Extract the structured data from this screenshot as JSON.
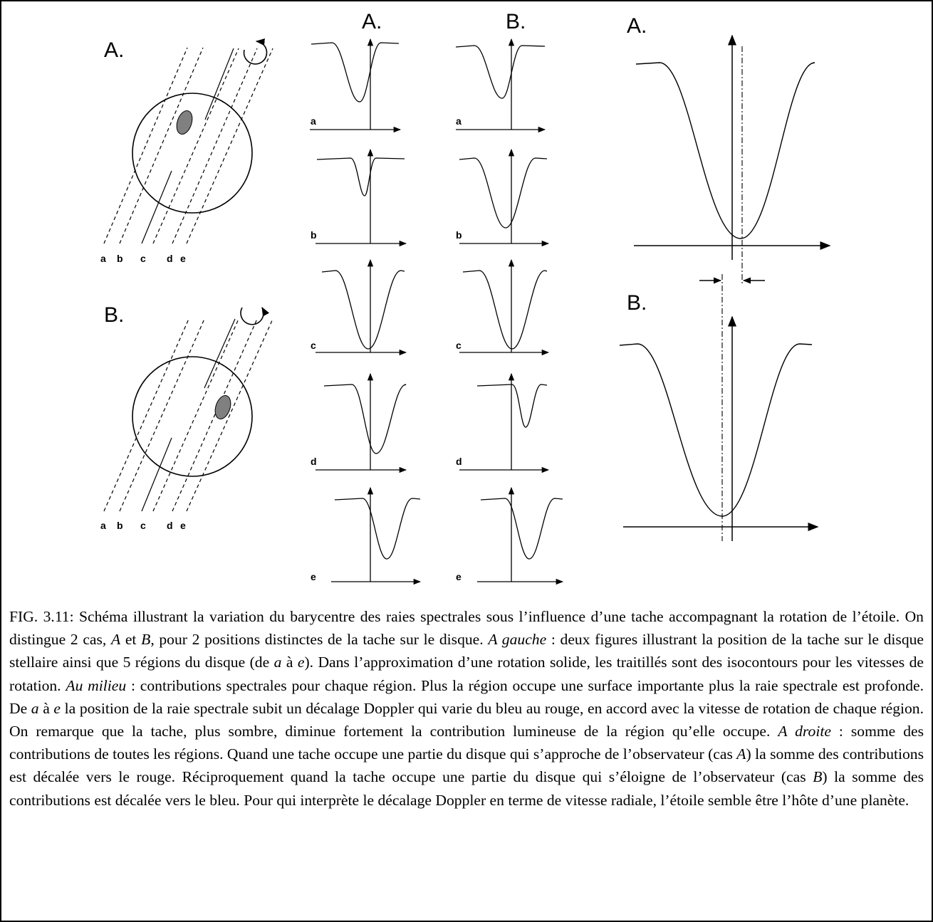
{
  "figure": {
    "left_panels": {
      "top": {
        "label": "A."
      },
      "bottom": {
        "label": "B."
      }
    },
    "strip_labels": [
      "a",
      "b",
      "c",
      "d",
      "e"
    ],
    "middle_columns": [
      {
        "label": "A.",
        "rows": [
          "a",
          "b",
          "c",
          "d",
          "e"
        ]
      },
      {
        "label": "B.",
        "rows": [
          "a",
          "b",
          "c",
          "d",
          "e"
        ]
      }
    ],
    "right_panels": {
      "top": {
        "label": "A."
      },
      "bottom": {
        "label": "B."
      }
    },
    "spot_color": "#808080",
    "line_color": "#000000"
  },
  "caption": {
    "fig_label": "FIG. 3.11",
    "segments": [
      {
        "text": ": Schéma illustrant la variation du barycentre des raies spectrales sous l’influence d’une tache accompagnant la rotation de l’étoile. On distingue 2 cas, ",
        "italic": false
      },
      {
        "text": "A",
        "italic": true
      },
      {
        "text": " et ",
        "italic": false
      },
      {
        "text": "B",
        "italic": true
      },
      {
        "text": ", pour 2 positions distinctes de la tache sur le disque. ",
        "italic": false
      },
      {
        "text": "A gauche",
        "italic": true
      },
      {
        "text": " : deux figures illustrant la position de la tache sur le disque stellaire ainsi que 5 régions du disque (de ",
        "italic": false
      },
      {
        "text": "a",
        "italic": true
      },
      {
        "text": " à ",
        "italic": false
      },
      {
        "text": "e",
        "italic": true
      },
      {
        "text": "). Dans l’approximation d’une rotation solide, les traitillés sont des isocontours pour les vitesses de rotation. ",
        "italic": false
      },
      {
        "text": "Au milieu",
        "italic": true
      },
      {
        "text": " : contributions spectrales pour chaque région. Plus la région occupe une surface importante plus la raie spectrale est profonde. De ",
        "italic": false
      },
      {
        "text": "a",
        "italic": true
      },
      {
        "text": " à ",
        "italic": false
      },
      {
        "text": "e",
        "italic": true
      },
      {
        "text": " la position de la raie spectrale subit un décalage Doppler qui varie du bleu au rouge, en accord avec la vitesse de rotation de chaque région. On remarque que la tache, plus sombre, diminue fortement la contribution lumineuse de la région qu’elle occupe. ",
        "italic": false
      },
      {
        "text": "A droite",
        "italic": true
      },
      {
        "text": " : somme des contributions de toutes les régions. Quand une tache occupe une partie du disque qui s’approche de l’observateur (cas ",
        "italic": false
      },
      {
        "text": "A",
        "italic": true
      },
      {
        "text": ") la somme des contributions est décalée vers le rouge. Réciproquement quand la tache occupe une partie du disque qui s’éloigne de l’observateur (cas ",
        "italic": false
      },
      {
        "text": "B",
        "italic": true
      },
      {
        "text": ") la somme des contributions est décalée vers le bleu. Pour qui interprète le décalage Doppler en terme de vitesse radiale, l’étoile semble être l’hôte d’une planète.",
        "italic": false
      }
    ]
  }
}
